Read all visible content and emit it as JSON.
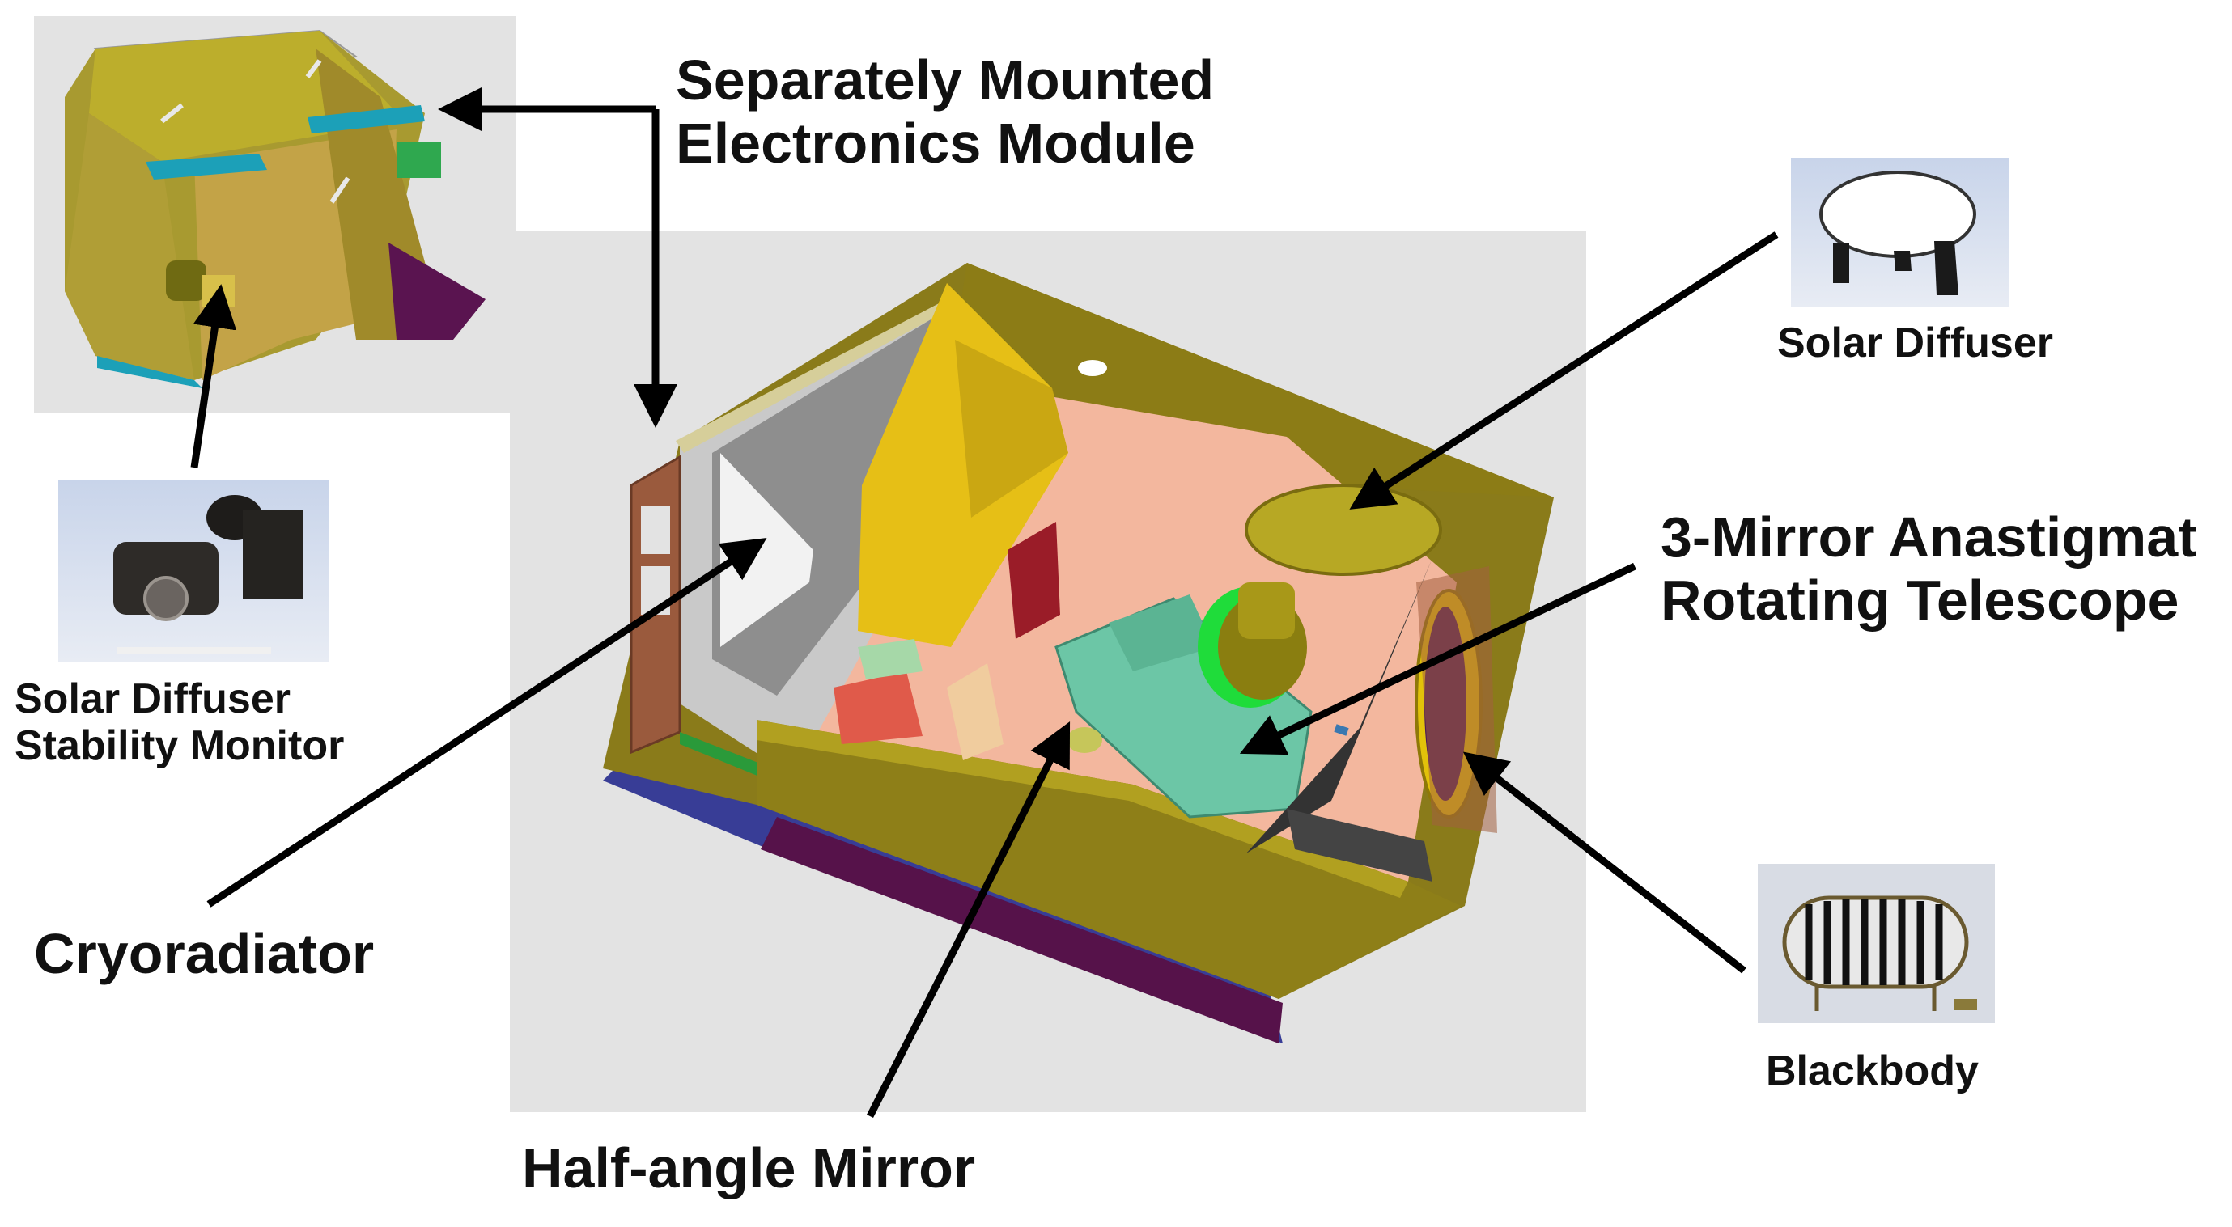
{
  "labels": {
    "electronics_module": [
      "Separately Mounted",
      "Electronics Module"
    ],
    "telescope": [
      "3-Mirror Anastigmat",
      "Rotating Telescope"
    ],
    "cryoradiator": "Cryoradiator",
    "half_angle_mirror": "Half-angle Mirror",
    "solar_diffuser": "Solar Diffuser",
    "sdsm": [
      "Solar Diffuser",
      "Stability Monitor"
    ],
    "blackbody": "Blackbody"
  },
  "colors": {
    "panel_gray": "#e3e3e3",
    "housing_olive": "#8c7c16",
    "housing_light": "#b5a62a",
    "interior_pink": "#f3b79e",
    "telescope_teal": "#6cc6a6",
    "door_gold": "#e6bf16",
    "navy": "#383d96",
    "purple": "#56124a",
    "brown": "#9a5a3d"
  }
}
